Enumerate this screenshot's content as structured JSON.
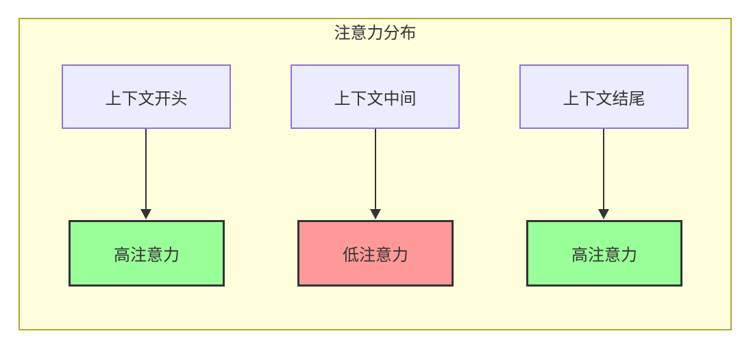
{
  "diagram": {
    "type": "flowchart",
    "title": "注意力分布",
    "colors": {
      "canvas_bg": "#ffffff",
      "cluster_fill": "#ffffde",
      "cluster_border": "#aaaa33",
      "context_node_fill": "#ececff",
      "context_node_border": "#9370db",
      "high_attention_fill": "#99ff99",
      "low_attention_fill": "#ff9999",
      "result_node_border": "#333333",
      "arrow_color": "#333333",
      "text_color": "#333333"
    },
    "columns": [
      {
        "source": "上下文开头",
        "target": "高注意力",
        "attention": "high"
      },
      {
        "source": "上下文中间",
        "target": "低注意力",
        "attention": "low"
      },
      {
        "source": "上下文结尾",
        "target": "高注意力",
        "attention": "high"
      }
    ]
  }
}
